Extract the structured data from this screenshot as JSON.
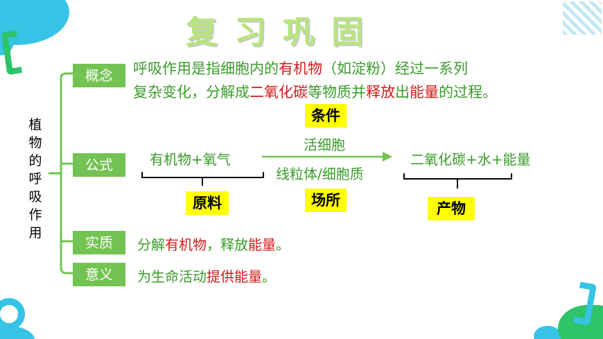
{
  "title": "复习巩固",
  "side_label": [
    "植",
    "物",
    "的",
    "呼",
    "吸",
    "作",
    "用"
  ],
  "badges": {
    "concept": "概念",
    "formula": "公式",
    "essence": "实质",
    "meaning": "意义"
  },
  "concept": {
    "line1": [
      {
        "t": "呼吸作用是指细胞内的",
        "c": "green"
      },
      {
        "t": "有机物",
        "c": "red"
      },
      {
        "t": "（如淀粉）经过一系列",
        "c": "green"
      }
    ],
    "line2": [
      {
        "t": "复杂变化，分解成",
        "c": "green"
      },
      {
        "t": "二氧化碳",
        "c": "red"
      },
      {
        "t": "等物质并",
        "c": "green"
      },
      {
        "t": "释放",
        "c": "red"
      },
      {
        "t": "出",
        "c": "green"
      },
      {
        "t": "能量",
        "c": "red"
      },
      {
        "t": "的过程。",
        "c": "green"
      }
    ]
  },
  "formula": {
    "condition_label": "条件",
    "reactants": "有机物+氧气",
    "above_arrow": "活细胞",
    "below_arrow": "线粒体/细胞质",
    "products": "二氧化碳+水+能量",
    "raw_label": "原料",
    "site_label": "场所",
    "product_label": "产物"
  },
  "essence": [
    {
      "t": "分解",
      "c": "green"
    },
    {
      "t": "有机物",
      "c": "red"
    },
    {
      "t": "，释放",
      "c": "green"
    },
    {
      "t": "能量",
      "c": "red"
    },
    {
      "t": "。",
      "c": "green"
    }
  ],
  "meaning": [
    {
      "t": "为生命活动",
      "c": "green"
    },
    {
      "t": "提供能量",
      "c": "red"
    },
    {
      "t": "。",
      "c": "green"
    }
  ],
  "colors": {
    "badge": "#72c351",
    "green_text": "#3a9b2a",
    "red_text": "#d11a1a",
    "highlight": "#ffff00",
    "title": "#b8e57e"
  }
}
